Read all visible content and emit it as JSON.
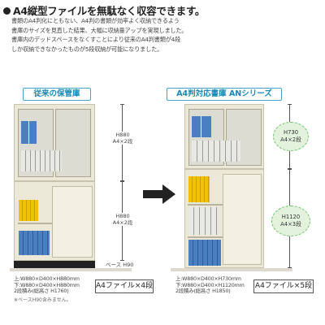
{
  "headline": "A4縦型ファイルを無駄なく収容できます。",
  "intro_lines": [
    "書類のA4判化にともない、A4判の書類が効率よく収納できるよう",
    "書庫のサイズを見直した結果、大幅に収納量アップを実現しました。",
    "書庫内のデッドスペースをなくすことにより従来のA4判書類が4段",
    "しか収納できなかったものが5段収納が可能になりました。"
  ],
  "left": {
    "tag": "従来の保管庫",
    "dim_upper": [
      "H880",
      "A4×2段"
    ],
    "dim_lower": [
      "H880",
      "A4×2段"
    ],
    "base_label": "ベース H90",
    "spec_lines": [
      "上:W880×D400×H880mm",
      "下:W880×D400×H880mm",
      "2段積み(総高さ H1760)"
    ],
    "note": "※ベースH90含みません。",
    "capacity": "A4ファイル×4段"
  },
  "right": {
    "tag": "A4判対応書庫 ANシリーズ",
    "dim_upper": [
      "H730",
      "A4×2段"
    ],
    "dim_lower": [
      "H1120",
      "A4×3段"
    ],
    "spec_lines": [
      "上:W880×D400×H730mm",
      "下:W880×D400×H1120mm",
      "2段積み(総高さ H1850)"
    ],
    "capacity": "A4ファイル×5段"
  },
  "colors": {
    "accent": "#1789b5",
    "tag_border": "#3fa6c8",
    "ellipse_fill": "#e3f2dd",
    "ellipse_border": "#6bc06b",
    "binder_blue": "#4a7fc1",
    "binder_yellow": "#f2c200"
  }
}
